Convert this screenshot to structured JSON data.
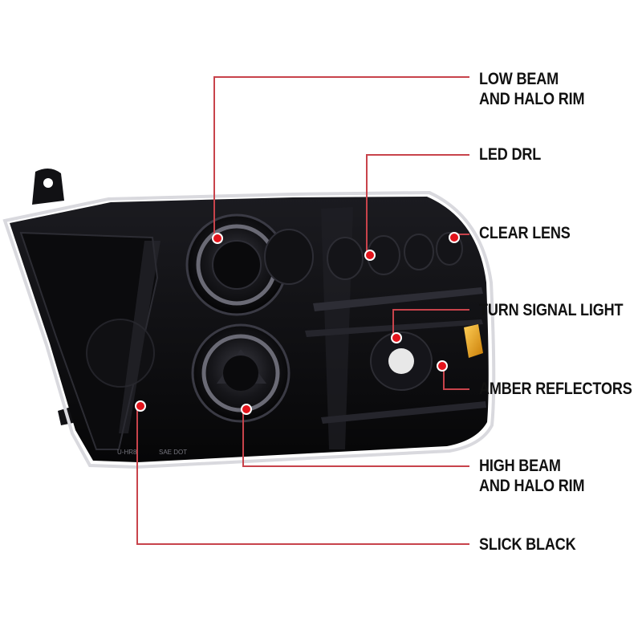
{
  "colors": {
    "leader_line": "#c8434b",
    "marker_dot": "#e3141c",
    "housing": "#0d0d0f",
    "chrome_trim": "#d9d9de",
    "amber": "#e8a317",
    "label_text": "#111111"
  },
  "callouts": [
    {
      "id": "low-beam",
      "lines": [
        "LOW BEAM",
        "AND HALO RIM"
      ]
    },
    {
      "id": "led-drl",
      "lines": [
        "LED DRL"
      ]
    },
    {
      "id": "clear-lens",
      "lines": [
        "CLEAR LENS"
      ]
    },
    {
      "id": "turn-signal",
      "lines": [
        "TURN SIGNAL LIGHT"
      ]
    },
    {
      "id": "amber-reflectors",
      "lines": [
        "AMBER REFLECTORS"
      ]
    },
    {
      "id": "high-beam",
      "lines": [
        "HIGH BEAM",
        "AND HALO RIM"
      ]
    },
    {
      "id": "slick-black",
      "lines": [
        "SLICK BLACK"
      ]
    }
  ],
  "lens_markings": {
    "part_code": "U-HR8",
    "dot_text": "SAE DOT"
  }
}
